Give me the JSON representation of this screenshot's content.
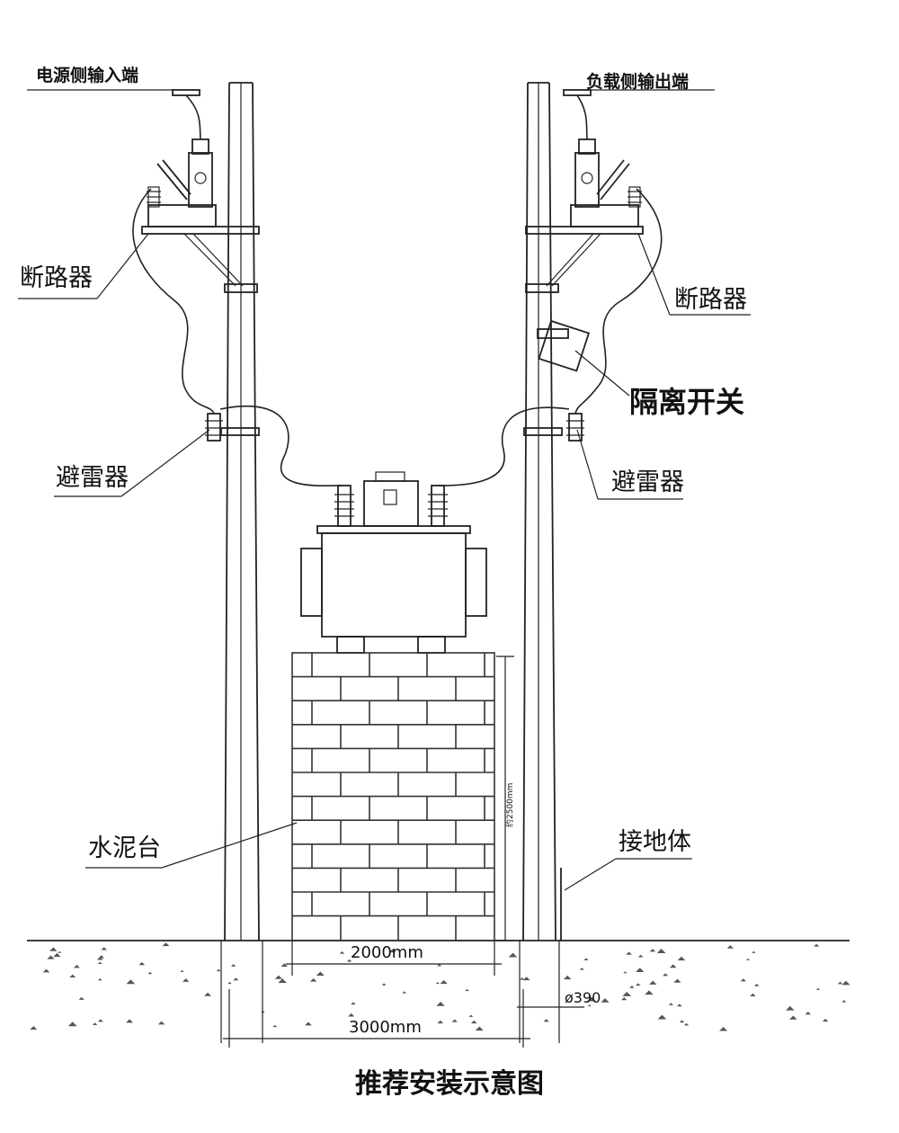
{
  "title": "推荐安装示意图",
  "labels": {
    "input_end": "电源侧输入端",
    "output_end": "负载侧输出端",
    "breaker_left": "断路器",
    "breaker_right": "断路器",
    "isolating_switch": "隔离开关",
    "arrester_left": "避雷器",
    "arrester_right": "避雷器",
    "cement_platform": "水泥台",
    "grounding_body": "接地体"
  },
  "dimensions": {
    "platform_width": "2000mm",
    "total_width": "3000mm",
    "pole_diameter": "ø390",
    "platform_height": "约2500mm"
  }
}
